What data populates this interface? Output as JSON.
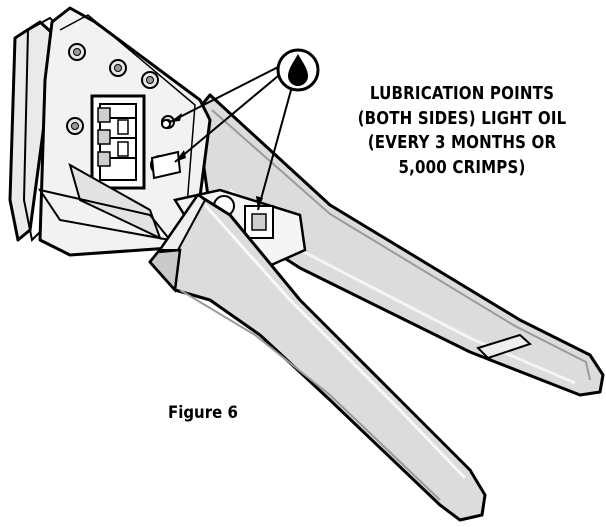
{
  "callout": {
    "lines": [
      "LUBRICATION POINTS",
      "(BOTH SIDES) LIGHT OIL",
      "(EVERY 3 MONTHS OR",
      "5,000 CRIMPS)"
    ],
    "icon": "oil-drop-icon"
  },
  "figure": {
    "label": "Figure 6"
  },
  "colors": {
    "handle_fill": "#dcdcdc",
    "handle_light": "#efefef",
    "outline": "#000000",
    "head_fill": "#f2f2f2"
  }
}
